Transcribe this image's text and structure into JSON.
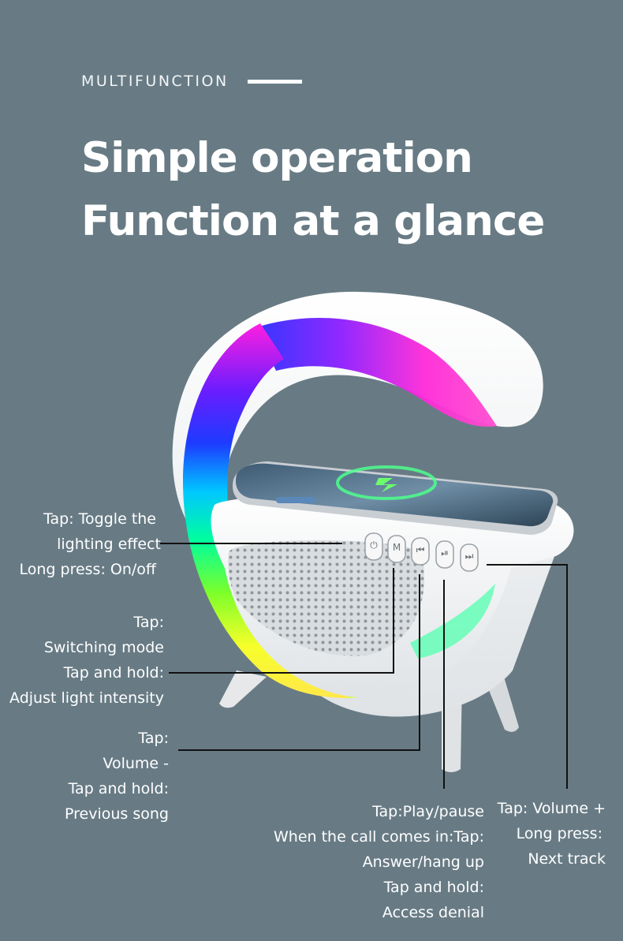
{
  "header": {
    "eyebrow": "MULTIFUNCTION",
    "title_line1": "Simple operation",
    "title_line2": "Function at a glance"
  },
  "callouts": {
    "power": [
      "Tap: Toggle the",
      "lighting effect",
      "Long press: On/off"
    ],
    "mode": [
      "Tap:",
      "Switching mode",
      "Tap and hold:",
      "Adjust light intensity"
    ],
    "volume_down": [
      "Tap:",
      "Volume -",
      "Tap and hold:",
      "Previous song"
    ],
    "play_pause": [
      "Tap:Play/pause",
      "When the call comes in:Tap:",
      "Answer/hang up",
      "Tap and hold:",
      "Access denial"
    ],
    "volume_up": [
      "Tap: Volume +",
      "Long press:",
      "Next track"
    ]
  },
  "buttons": [
    {
      "icon": "power-icon",
      "glyph": "⏻"
    },
    {
      "icon": "mode-icon",
      "glyph": "M"
    },
    {
      "icon": "previous-icon",
      "glyph": "⏮"
    },
    {
      "icon": "play-pause-icon",
      "glyph": "⏯"
    },
    {
      "icon": "next-icon",
      "glyph": "⏭"
    }
  ],
  "colors": {
    "background": "#687b85",
    "device_white": "#f3f4f5",
    "leader_line": "#111111"
  }
}
